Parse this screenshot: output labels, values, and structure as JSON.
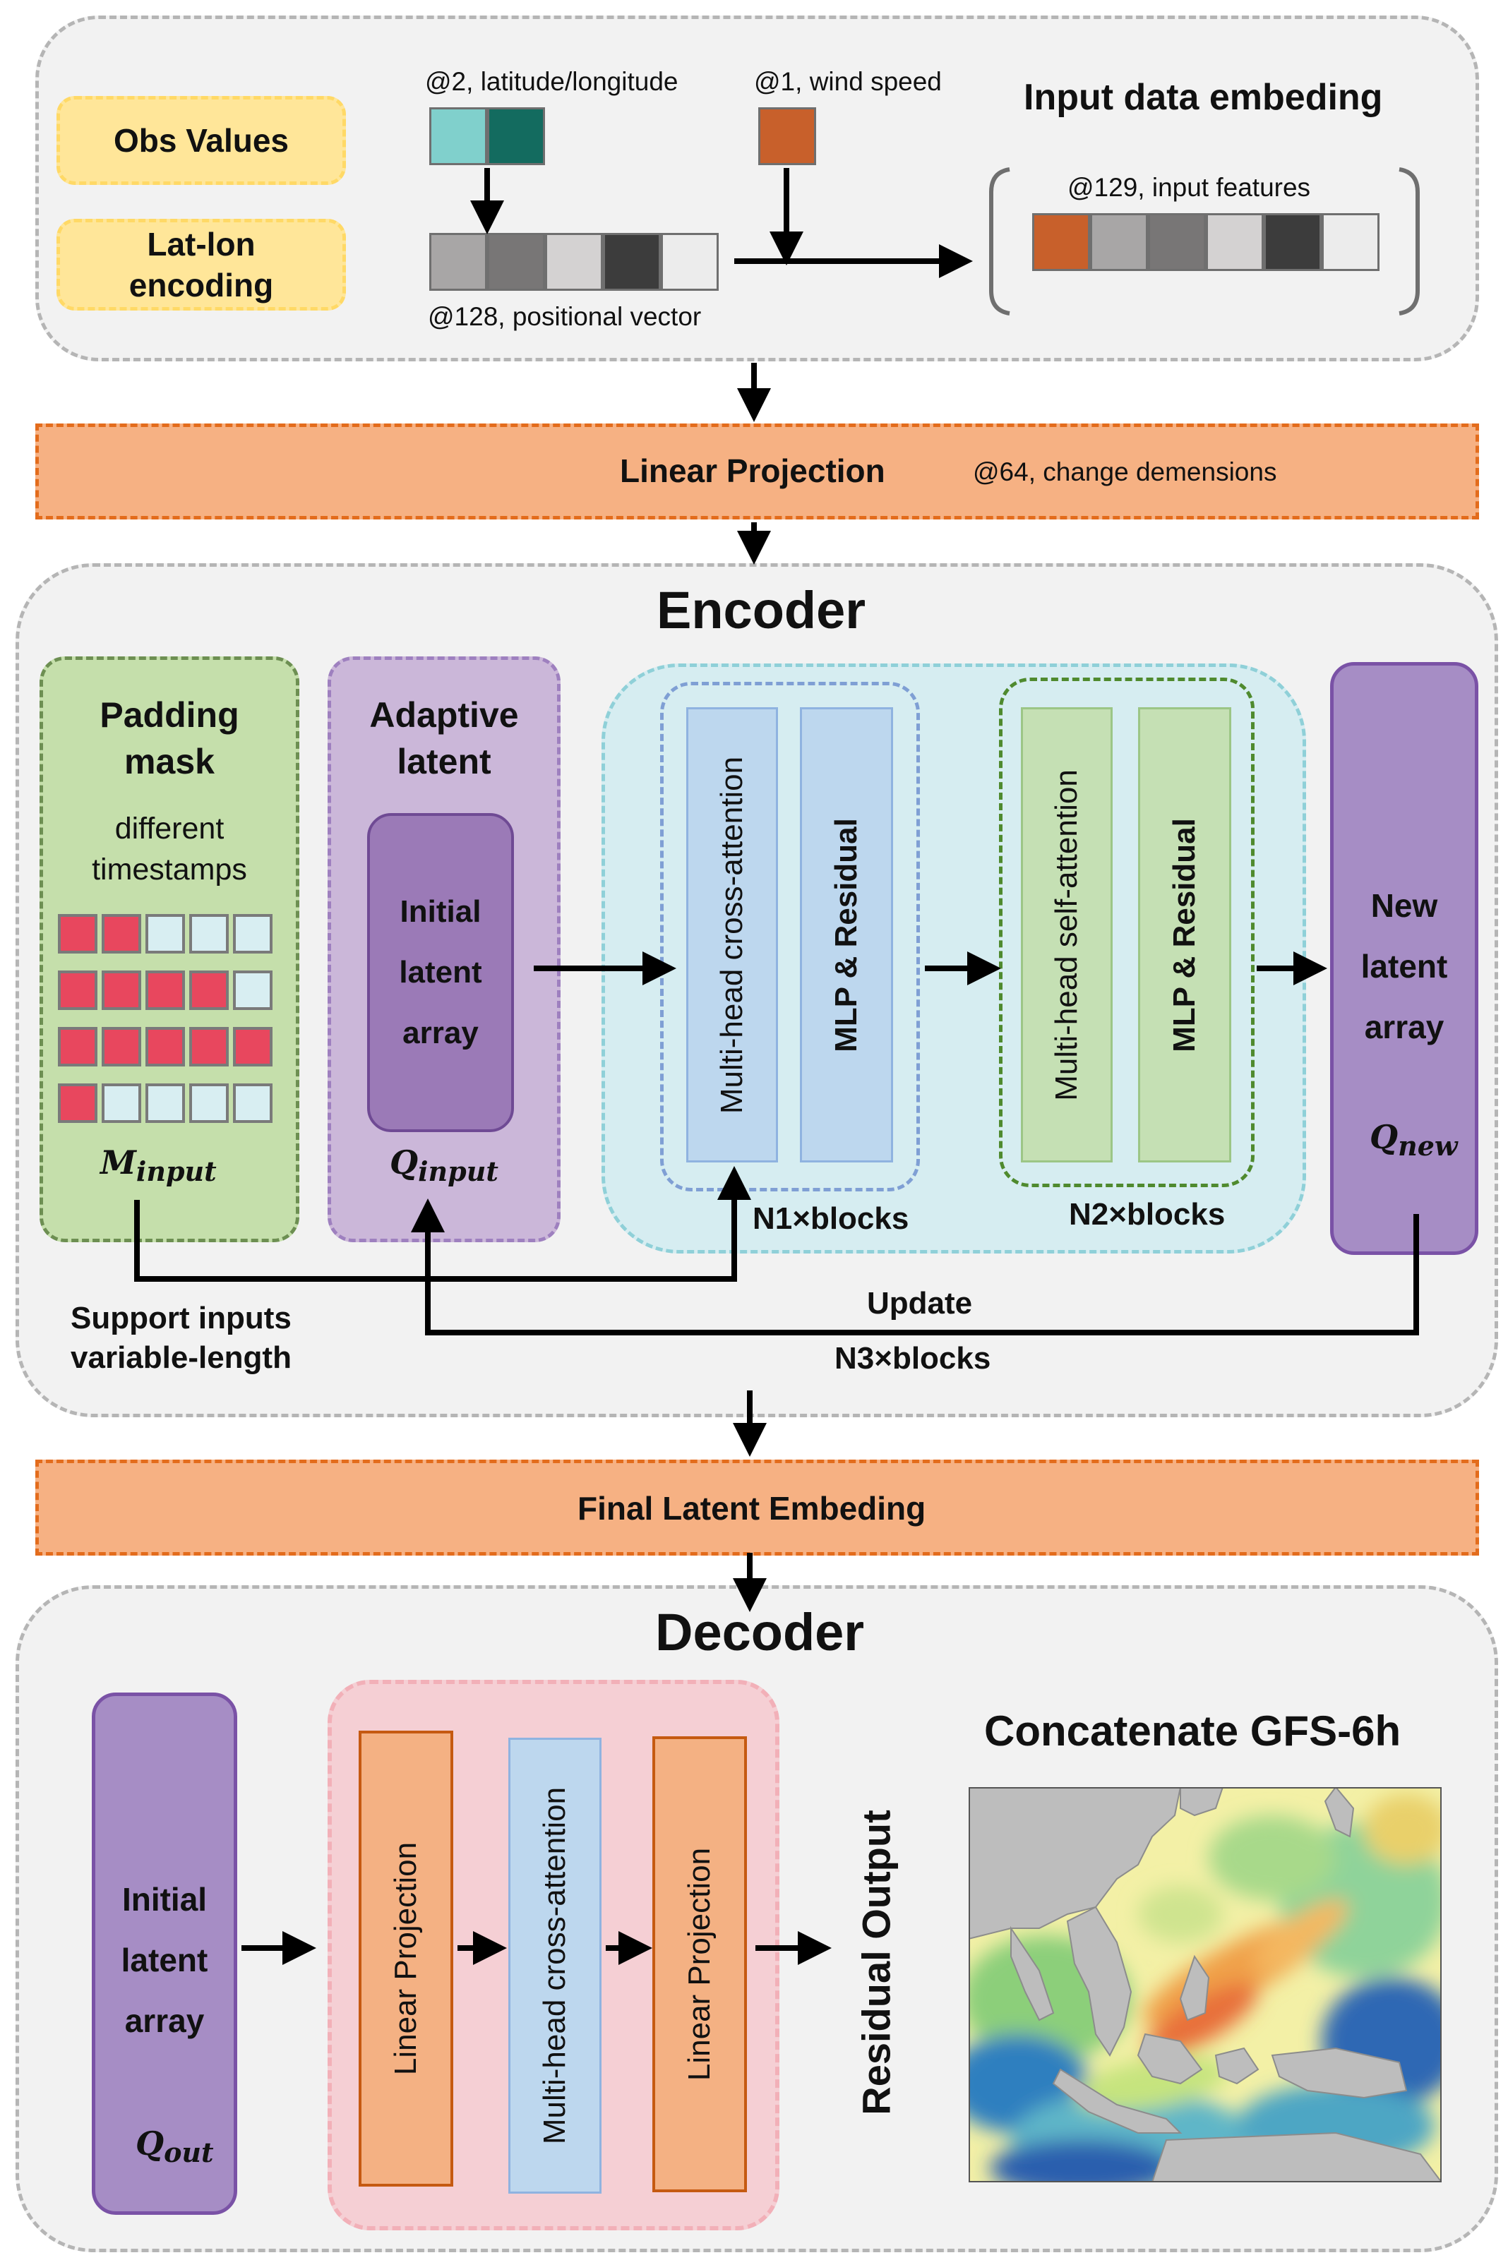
{
  "input_section": {
    "obs_values_label": "Obs Values",
    "latlon_encoding_label": "Lat-lon\nencoding",
    "latlon_caption": "@2, latitude/longitude",
    "wind_caption": "@1, wind speed",
    "positional_caption": "@128, positional vector",
    "embedding_title": "Input data embeding",
    "features_caption": "@129, input features"
  },
  "linear_projection": {
    "label": "Linear Projection",
    "note": "@64, change demensions"
  },
  "encoder": {
    "title": "Encoder",
    "padding_mask": {
      "title": "Padding\nmask",
      "subtitle": "different\ntimestamps",
      "math_main": "M",
      "math_sub": "input",
      "grid": [
        [
          1,
          1,
          0,
          0,
          0
        ],
        [
          1,
          1,
          1,
          1,
          0
        ],
        [
          1,
          1,
          1,
          1,
          1
        ],
        [
          1,
          0,
          0,
          0,
          0
        ]
      ]
    },
    "adaptive_latent": {
      "title": "Adaptive\nlatent",
      "inner": "Initial\nlatent\narray",
      "math_main": "Q",
      "math_sub": "input"
    },
    "cross_attention_label": "Multi-head cross-attention",
    "mlp_residual_label": "MLP &  Residual",
    "n1_blocks": "N1×blocks",
    "self_attention_label": "Multi-head self-attention",
    "mlp_residual_label_2": "MLP &  Residual",
    "n2_blocks": "N2×blocks",
    "new_latent": {
      "label": "New\nlatent\narray",
      "math_main": "Q",
      "math_sub": "new"
    },
    "support_text": "Support inputs\nvariable-length",
    "update_label": "Update",
    "n3_blocks": "N3×blocks"
  },
  "final_latent_label": "Final Latent Embeding",
  "decoder": {
    "title": "Decoder",
    "initial_latent": {
      "label": "Initial\nlatent\narray",
      "math_main": "Q",
      "math_sub": "out"
    },
    "linear_projection_1": "Linear Projection",
    "cross_attention": "Multi-head cross-attention",
    "linear_projection_2": "Linear Projection",
    "residual_output": "Residual Output",
    "gfs_title": "Concatenate GFS-6h"
  },
  "colors": {
    "orange_cell": "#c8602b",
    "teal_light": "#80d0cc",
    "teal_dark": "#136b5f",
    "encoder_region": "#d6edf1",
    "padding_mask_bg": "#c5dfab",
    "adaptive_bg": "#cbb7d9",
    "latent_purple": "#9b7ab7",
    "new_latent_bg": "#a68dc5",
    "decoder_pink": "#f5cfd4"
  }
}
